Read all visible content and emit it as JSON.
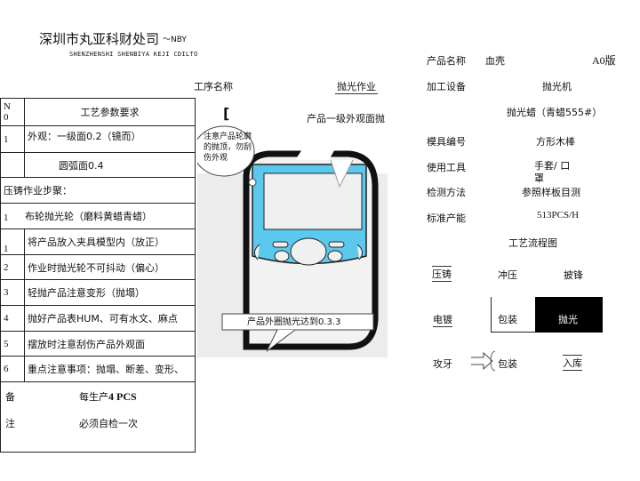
{
  "header": {
    "company_cn": "深圳市丸亚科财处司",
    "company_tag": "～NBY",
    "company_en": "SHENZHENSHI SHENBIYA KEJI CDILTO"
  },
  "process": {
    "label": "工序名称",
    "value": "抛光作业"
  },
  "params": {
    "header_no": "N\n0",
    "header_title": "工艺参数要求",
    "rows": [
      {
        "no": "1",
        "text": "外观：一级面0.2（镜而）"
      },
      {
        "no": "",
        "text": "圆弧面0.4"
      }
    ],
    "steps_title": "压铸作业步聚：",
    "steps": [
      {
        "no": "1",
        "text": "布轮抛光轮（磨料黄蜡青蜡）"
      },
      {
        "no": "1",
        "text": "将产品放入夹具模型内（放正）"
      },
      {
        "no": "2",
        "text": "作业时抛光轮不可抖动（偏心）"
      },
      {
        "no": "3",
        "text": "轻抛产品注意变形（抛塌）"
      },
      {
        "no": "4",
        "text": "抛好产品表HUM、可有水文、麻点"
      },
      {
        "no": "5",
        "text": "摆放时注意刮伤产品外观面"
      },
      {
        "no": "6",
        "text": "重点注意事项：抛塌、断差、变形、"
      }
    ],
    "remark_1": "备",
    "remark_2": "注",
    "remark_line1": "每生产",
    "remark_line1_bold": "4 PCS",
    "remark_line2": "必须自检一次"
  },
  "illustration": {
    "callout_top": "产品一级外观面抛",
    "cloud_text": "注意产品轮廓的抛顶，勿刮伤外观",
    "callout_bottom": "产品外圈抛光达到0.3.3"
  },
  "info": {
    "product_name_label": "产品名称",
    "product_name": "血壳",
    "version": "A0版",
    "equipment_label": "加工设备",
    "equipment": "抛光机",
    "wax": "抛光蜡（青蜡555#）",
    "mold_label": "模具编号",
    "mold": "方形木棒",
    "tools_label": "使用工具",
    "tools": "手套/ 口罩",
    "inspect_label": "检测方法",
    "inspect": "参照样板目测",
    "capacity_label": "标准产能",
    "capacity": "513PCS/H"
  },
  "flow": {
    "title": "工艺流程图",
    "steps": [
      "压铸",
      "冲压",
      "披锋",
      "电镀",
      "包装",
      "抛光",
      "攻牙",
      "包装",
      "入库"
    ],
    "highlight_color": "#000000"
  }
}
